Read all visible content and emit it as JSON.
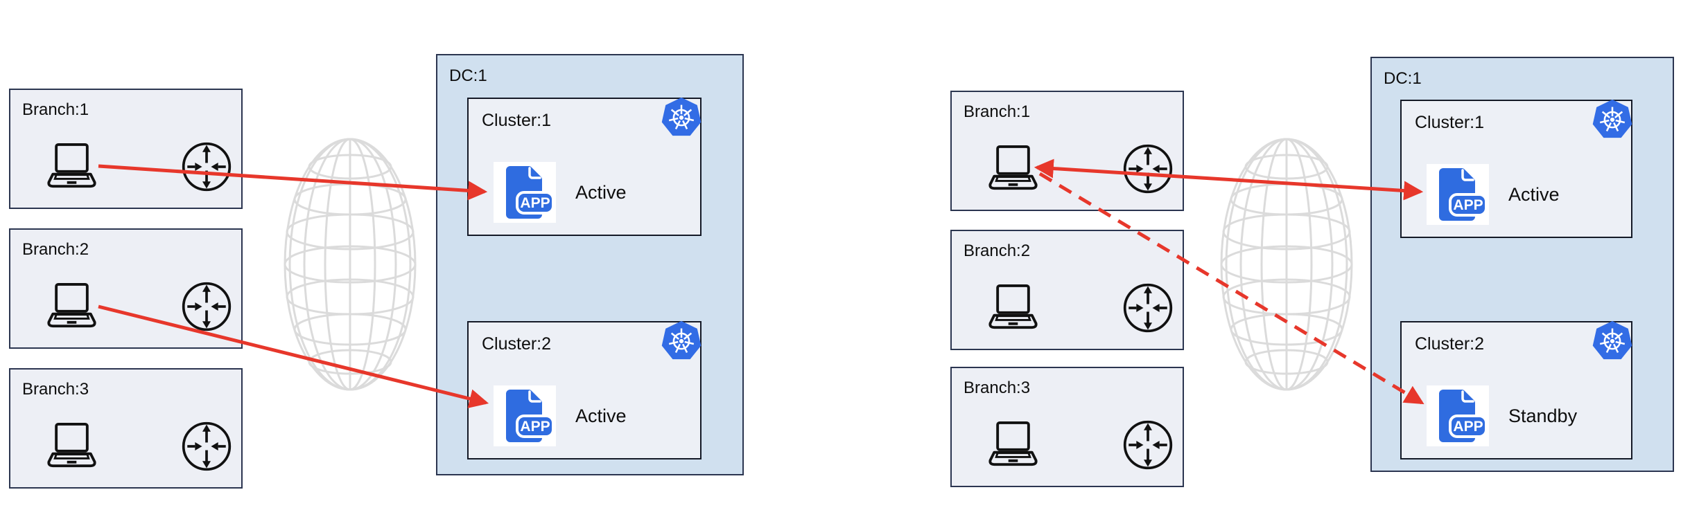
{
  "app_badge": "APP",
  "colors": {
    "arrow_red": "#e7372b",
    "kubernetes_blue": "#326ce5",
    "app_blue": "#2f6ce0",
    "dc_fill": "#d0e0ef",
    "box_fill": "#edeff5",
    "globe_gray": "#dbdbdb",
    "border_navy": "#2b3550"
  },
  "icons": [
    "laptop-icon",
    "router-icon",
    "internet-globe-icon",
    "kubernetes-icon",
    "app-file-icon"
  ],
  "diagrams": [
    {
      "side": "left",
      "branches": [
        {
          "label": "Branch:1"
        },
        {
          "label": "Branch:2"
        },
        {
          "label": "Branch:3"
        }
      ],
      "datacenter": {
        "label": "DC:1",
        "clusters": [
          {
            "label": "Cluster:1",
            "status": "Active"
          },
          {
            "label": "Cluster:2",
            "status": "Active"
          }
        ]
      },
      "connections": [
        {
          "from": "Branch:1",
          "to": "Cluster:1",
          "style": "solid",
          "color": "#e7372b"
        },
        {
          "from": "Branch:2",
          "to": "Cluster:2",
          "style": "solid",
          "color": "#e7372b"
        }
      ]
    },
    {
      "side": "right",
      "branches": [
        {
          "label": "Branch:1"
        },
        {
          "label": "Branch:2"
        },
        {
          "label": "Branch:3"
        }
      ],
      "datacenter": {
        "label": "DC:1",
        "clusters": [
          {
            "label": "Cluster:1",
            "status": "Active"
          },
          {
            "label": "Cluster:2",
            "status": "Standby"
          }
        ]
      },
      "connections": [
        {
          "from": "Branch:1",
          "to": "Cluster:1",
          "style": "solid-double-arrow",
          "color": "#e7372b"
        },
        {
          "from": "Branch:1",
          "to": "Cluster:2",
          "style": "dashed",
          "color": "#e7372b"
        }
      ]
    }
  ]
}
